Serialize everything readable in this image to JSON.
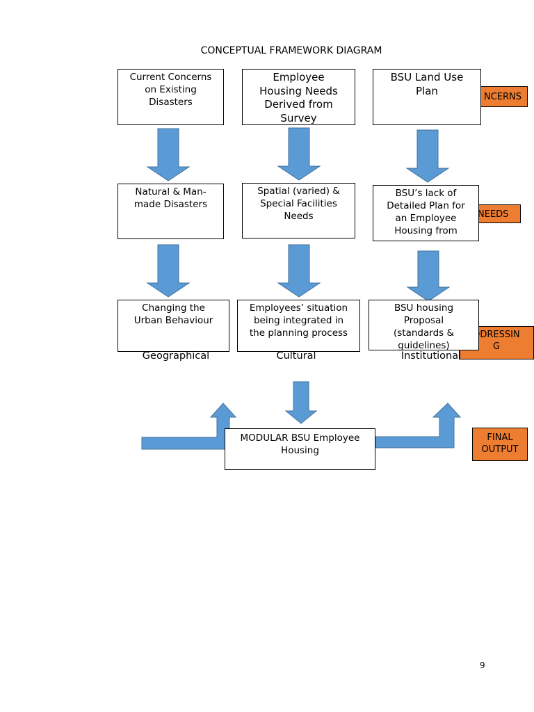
{
  "title": "CONCEPTUAL FRAMEWORK DIAGRAM",
  "tags": {
    "concerns": "NCERNS",
    "needs": "NEEDS",
    "addressing": "DDRESSIN\nG",
    "final_output": "FINAL\nOUTPUT"
  },
  "boxes": {
    "r1c1": "Current Concerns\non Existing\nDisasters",
    "r1c2": "Employee\nHousing Needs\nDerived from\nSurvey",
    "r1c3": "BSU Land Use\nPlan",
    "r2c1": "Natural & Man-\nmade Disasters",
    "r2c2": "Spatial (varied) &\nSpecial Facilities\nNeeds",
    "r2c3": "BSU’s lack of\nDetailed Plan for\nan Employee\nHousing from",
    "r3c1": "Changing the\nUrban Behaviour",
    "r3c2": "Employees’ situation\nbeing integrated in\nthe planning process",
    "r3c3": "BSU housing\nProposal\n(standards &\nguidelines)",
    "final": "MODULAR BSU Employee\nHousing"
  },
  "columns": {
    "c1": "Geographical",
    "c2": "Cultural",
    "c3": "Institutional"
  },
  "page_number": "9",
  "colors": {
    "arrow_fill": "#5b9bd5",
    "arrow_stroke": "#41719c",
    "tag_fill": "#ed7d31"
  }
}
